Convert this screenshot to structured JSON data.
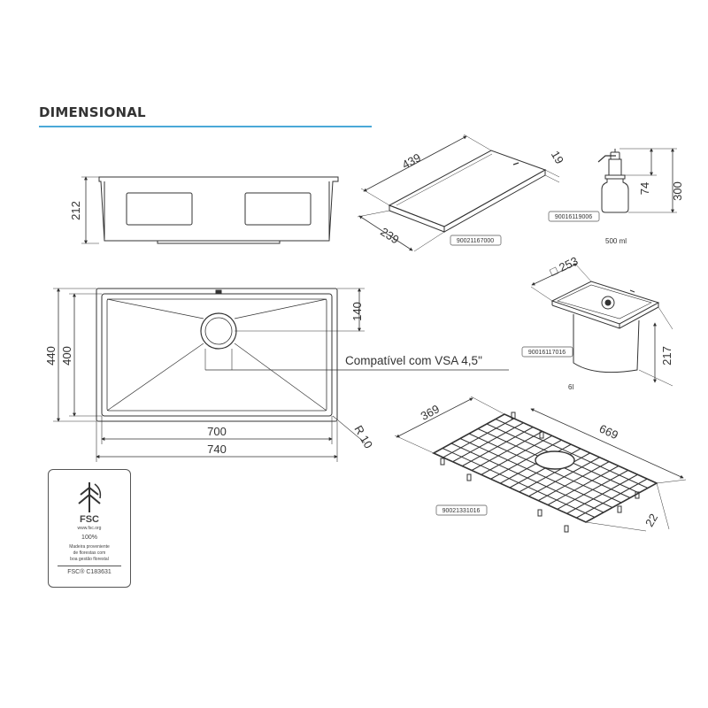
{
  "header": {
    "title": "DIMENSIONAL"
  },
  "colors": {
    "accent_rule": "#4aa8d8",
    "line": "#333333"
  },
  "sink_side_view": {
    "height_label": "212"
  },
  "sink_top_view": {
    "inner_height": "400",
    "outer_height": "440",
    "drain_offset": "140",
    "inner_width": "700",
    "outer_width": "740",
    "corner_radius": "R 10",
    "drain_note": "Compatível com VSA 4,5\""
  },
  "cutting_board": {
    "length": "439",
    "width": "239",
    "thickness": "19",
    "code": "90021167000"
  },
  "soap_dispenser": {
    "height_total": "300",
    "height_top": "74",
    "code": "90016119006",
    "capacity": "500 ml"
  },
  "colander": {
    "size": "□ 253",
    "height": "217",
    "code": "90016117016",
    "volume": "6l"
  },
  "grid": {
    "width": "369",
    "length": "669",
    "height": "22",
    "code": "90021331016"
  },
  "fsc_label": {
    "brand": "FSC",
    "site": "www.fsc.org",
    "percent": "100%",
    "line1": "Madeira proveniente",
    "line2": "de florestas com",
    "line3": "boa gestão florestal",
    "license": "FSC® C183631"
  }
}
